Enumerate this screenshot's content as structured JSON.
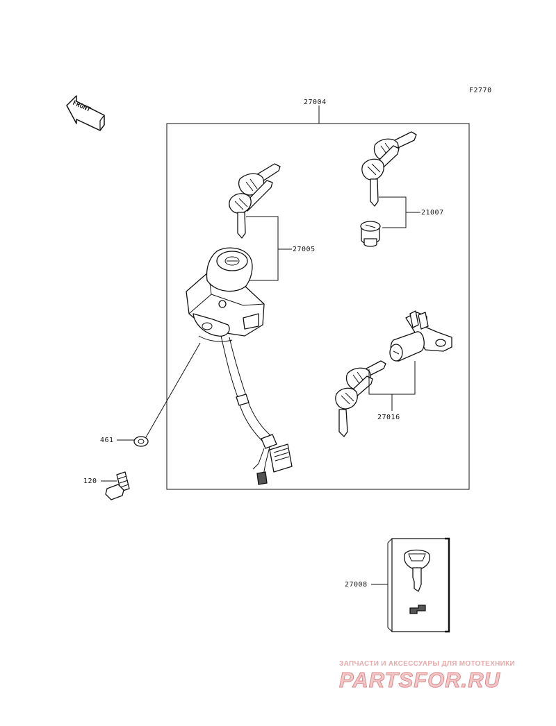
{
  "diagram_code": "F2770",
  "front_label": "FRONT",
  "parts": [
    {
      "number": "27004"
    },
    {
      "number": "27005"
    },
    {
      "number": "21007"
    },
    {
      "number": "27016"
    },
    {
      "number": "461"
    },
    {
      "number": "120"
    },
    {
      "number": "27008"
    }
  ],
  "watermark": {
    "tagline": "ЗАПЧАСТИ И АКСЕССУАРЫ ДЛЯ МОТОТЕХНИКИ",
    "logo": "PARTSFOR.RU"
  }
}
